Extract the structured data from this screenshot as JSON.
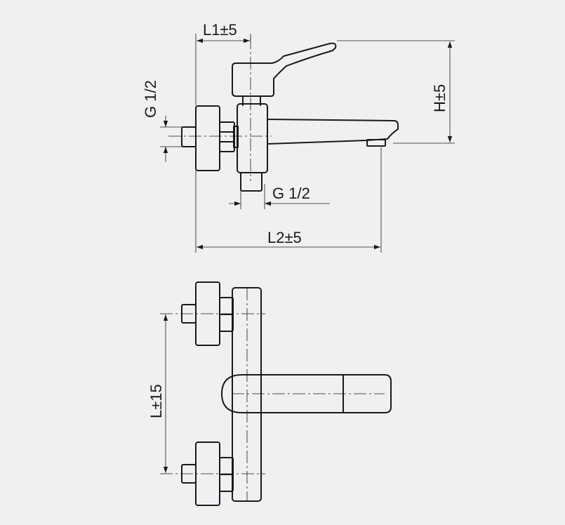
{
  "background_color": "#eff0f2",
  "line_color": "#1a1a1a",
  "side_view": {
    "dim_l1": "L1±5",
    "dim_h": "H±5",
    "dim_g_inlet": "G 1/2",
    "dim_g_outlet": "G 1/2",
    "dim_l2": "L2±5"
  },
  "top_view": {
    "dim_l": "L±15"
  }
}
